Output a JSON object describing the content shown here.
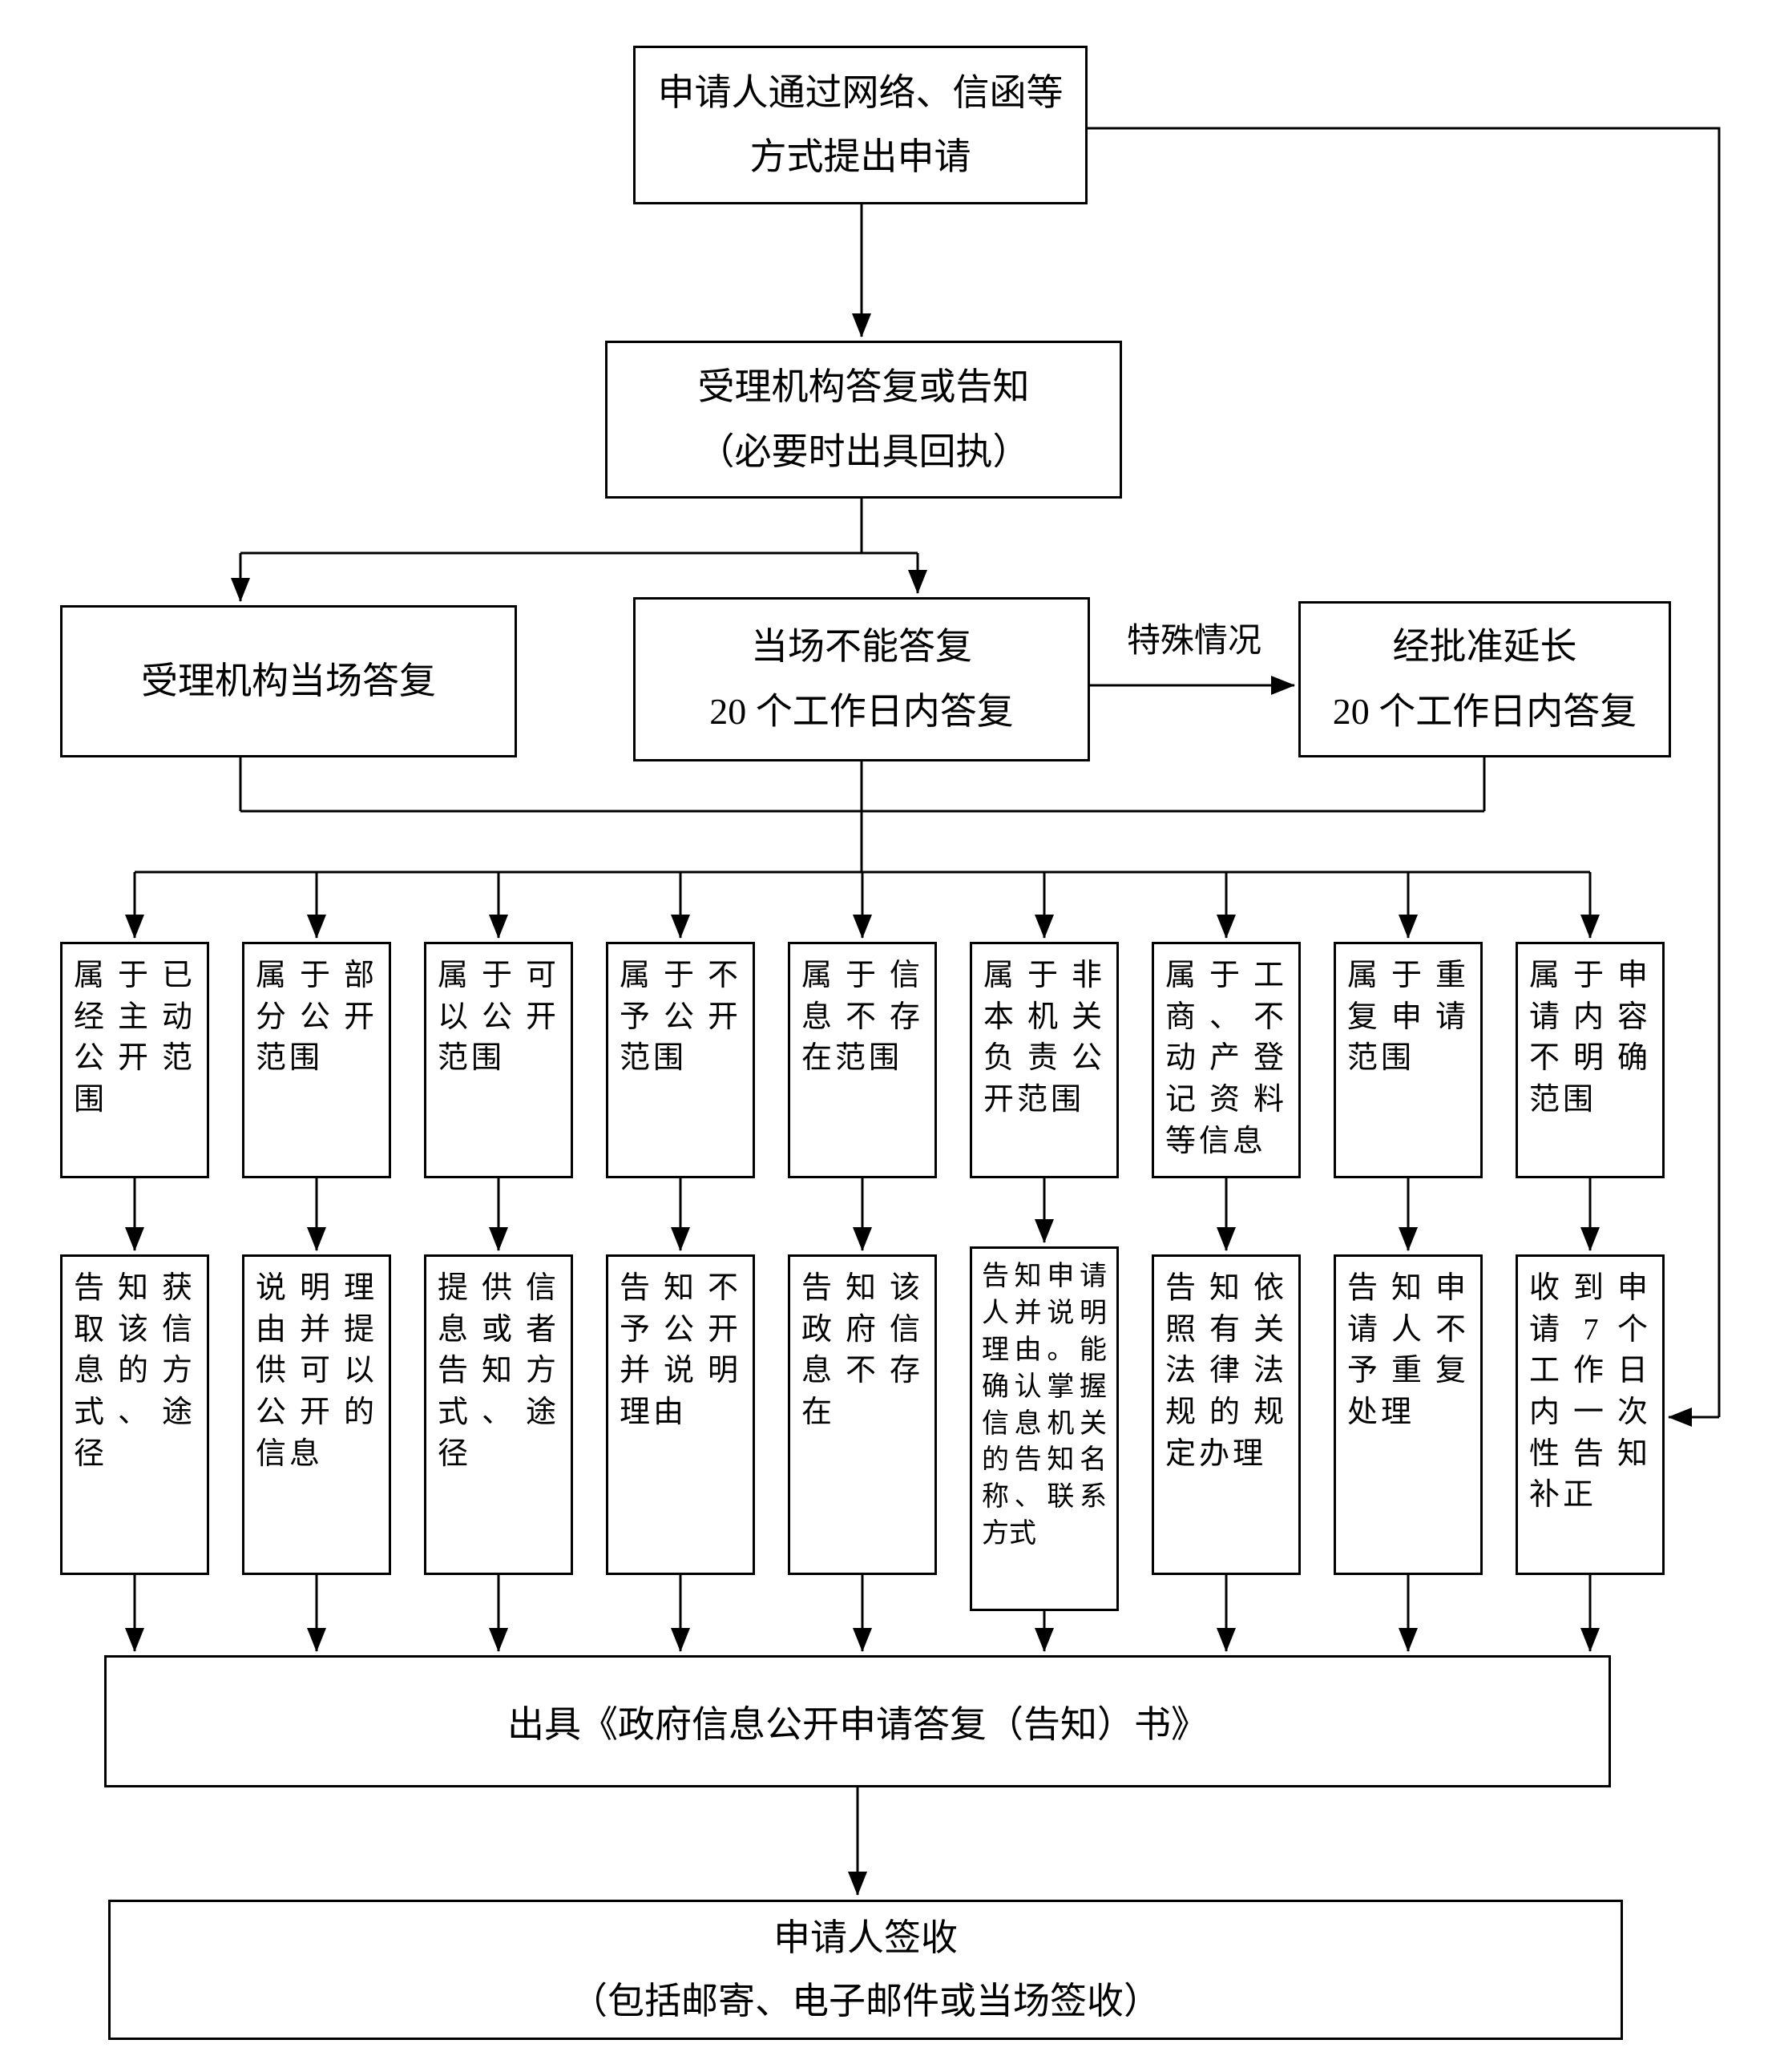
{
  "flow": {
    "start": {
      "lines": [
        "申请人通过网络、信函等",
        "方式提出申请"
      ]
    },
    "reply": {
      "lines": [
        "受理机构答复或告知",
        "（必要时出具回执）"
      ]
    },
    "onspot": {
      "lines": [
        "受理机构当场答复"
      ]
    },
    "cannot": {
      "lines": [
        "当场不能答复",
        "20 个工作日内答复"
      ]
    },
    "special_case_label": "特殊情况",
    "extended": {
      "lines": [
        "经批准延长",
        "20 个工作日内答复"
      ]
    },
    "branches": [
      {
        "category": "属于已经主动公开范围",
        "action": "告知获取该信息的方式、途径"
      },
      {
        "category": "属于部分公开范围",
        "action": "说明理由并提供可以公开的信息"
      },
      {
        "category": "属于可以公开范围",
        "action": "提供信息或者告知方式、途径"
      },
      {
        "category": "属于不予公开范围",
        "action": "告知不予公开并说明理由"
      },
      {
        "category": "属于信息不存在范围",
        "action": "告知该政府信息不存在"
      },
      {
        "category": "属于非本机关负责公开范围",
        "action": "告知申请人并说明理由。能确认掌握信息机关的告知名称、联系方式"
      },
      {
        "category": "属于工商、不动产登记资料等信息",
        "action": "告知依照有关法律法规的规定办理"
      },
      {
        "category": "属于重复申请范围",
        "action": "告知申请人不予重复处理"
      },
      {
        "category": "属于申请内容不明确范围",
        "action": "收到申请 7 个工作日内一次性告知补正"
      }
    ],
    "issue": "出具《政府信息公开申请答复（告知）书》",
    "sign": {
      "lines": [
        "申请人签收",
        "（包括邮寄、电子邮件或当场签收）"
      ]
    }
  }
}
